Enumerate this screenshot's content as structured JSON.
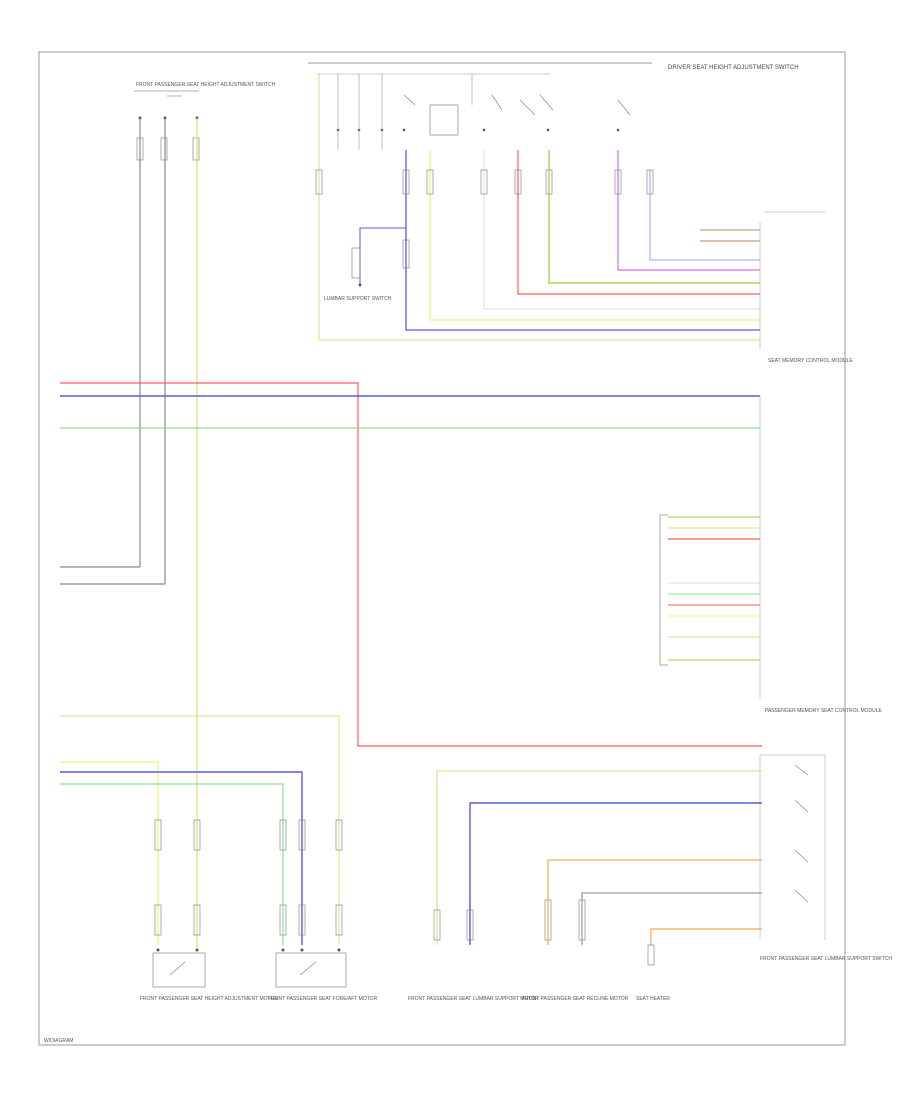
{
  "wire_colors": {
    "red": "#ff5a5a",
    "blue": "#5a5ae6",
    "green": "#8fe08f",
    "yellow": "#f0f07a",
    "yellow_dark": "#e8d97a",
    "olive": "#9ccf3c",
    "violet": "#d66ee6",
    "orange": "#ffa94d",
    "gray": "#8a8a8a",
    "light": "#dcdcdc",
    "black": "#555555"
  },
  "labels": {
    "top_left_switch": "FRONT PASSENGER SEAT HEIGHT ADJUSTMENT SWITCH",
    "top_right_switch": "DRIVER SEAT HEIGHT ADJUSTMENT SWITCH",
    "lumbar_switch": "LUMBAR SUPPORT SWITCH",
    "control_module": "SEAT MEMORY CONTROL MODULE",
    "passenger_module": "PASSENGER MEMORY SEAT CONTROL MODULE",
    "bottom_1": "FRONT PASSENGER SEAT HEIGHT ADJUSTMENT MOTOR",
    "bottom_2": "FRONT PASSENGER SEAT FORE/AFT MOTOR",
    "bottom_3": "FRONT PASSENGER SEAT LUMBAR SUPPORT MOTOR",
    "bottom_4": "FRONT PASSENGER SEAT RECLINE MOTOR",
    "bottom_5": "SEAT HEATER",
    "right_bottom": "FRONT PASSENGER SEAT LUMBAR SUPPORT SWITCH",
    "footer": "W/DIAGRAM"
  }
}
